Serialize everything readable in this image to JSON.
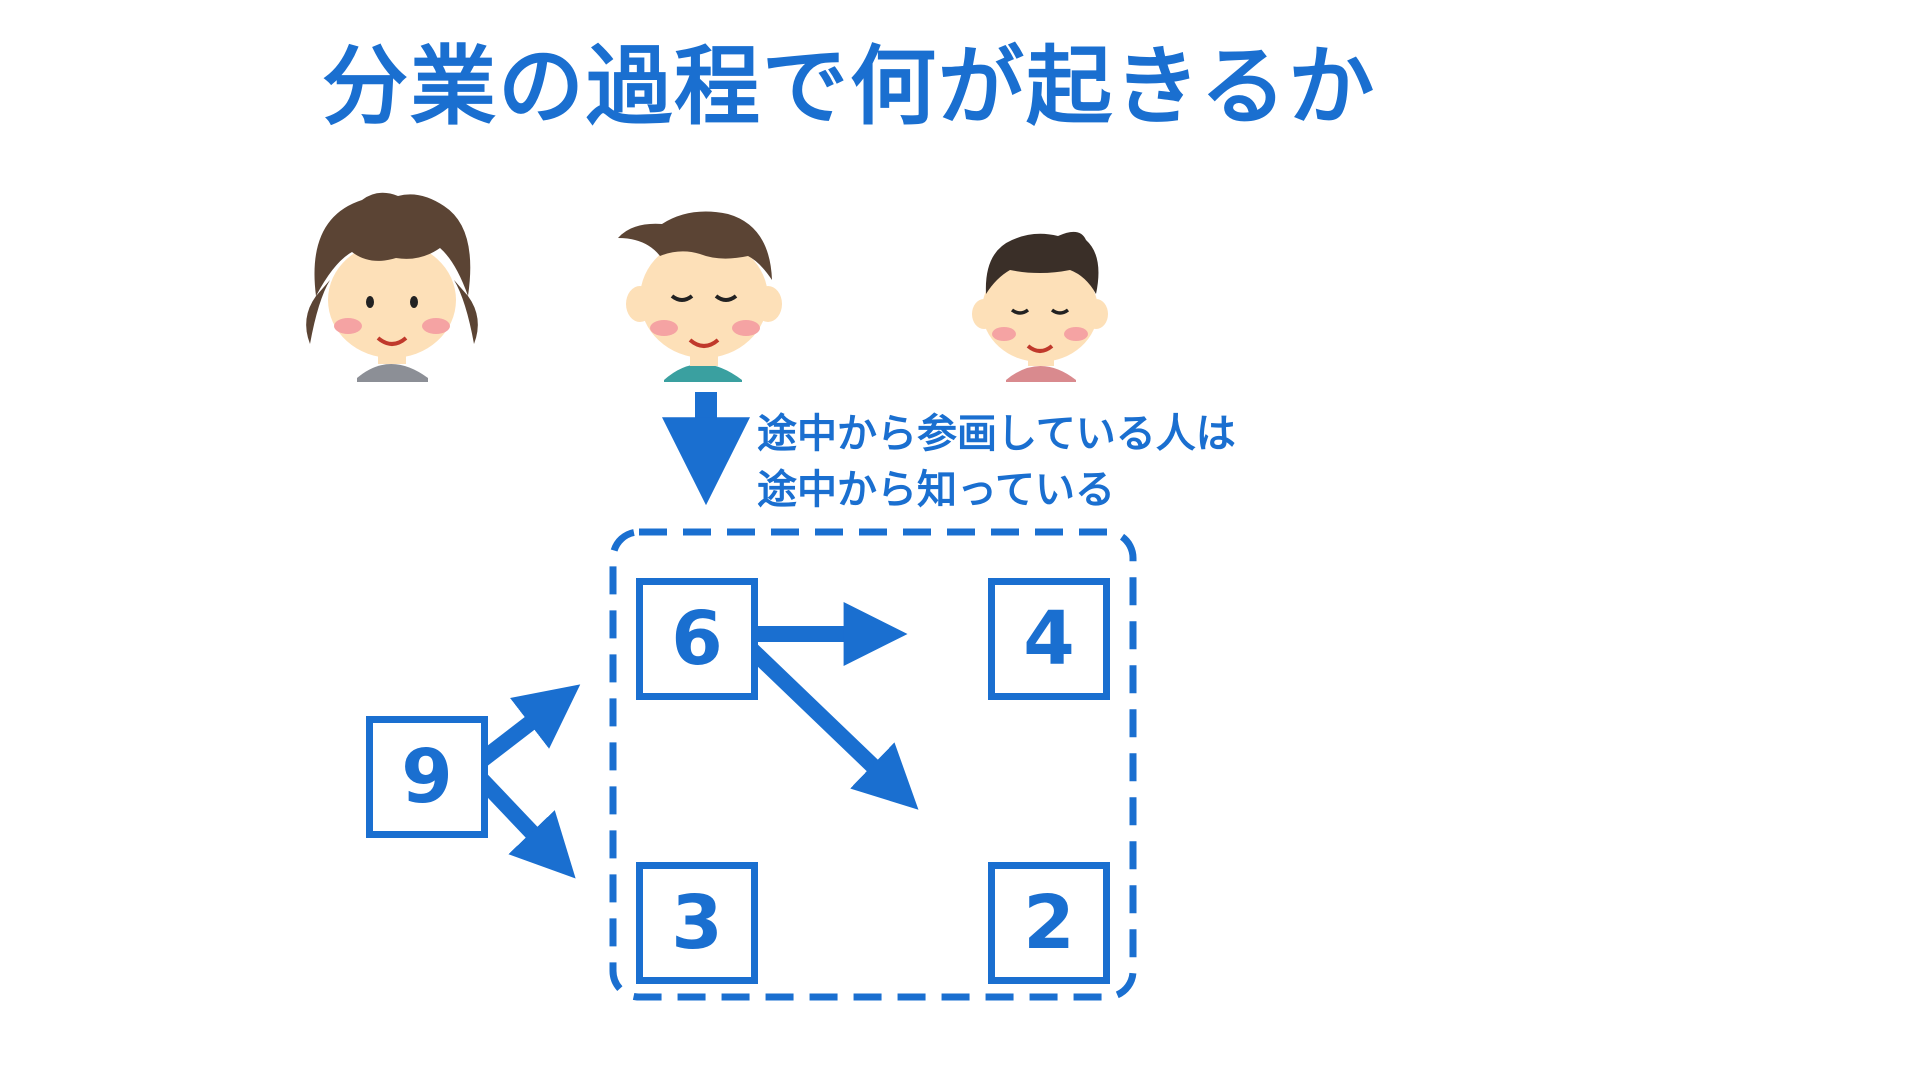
{
  "slide": {
    "title": "分業の過程で何が起きるか",
    "note_lines": [
      "途中から参画している人は",
      "途中から知っている"
    ]
  },
  "nodes": [
    {
      "id": "n6",
      "label": "6"
    },
    {
      "id": "n4",
      "label": "4"
    },
    {
      "id": "n9",
      "label": "9"
    },
    {
      "id": "n3",
      "label": "3"
    },
    {
      "id": "n2",
      "label": "2"
    }
  ],
  "people": [
    {
      "name": "person-left",
      "shirt": "#8c8f96",
      "hair": "#5b4434"
    },
    {
      "name": "person-center",
      "shirt": "#3aa0a0",
      "hair": "#5b4434"
    },
    {
      "name": "person-right",
      "shirt": "#d98a8e",
      "hair": "#3a2f28"
    }
  ],
  "colors": {
    "accent": "#1a6fd0",
    "skin": "#fde0b8",
    "cheek": "#f5a3a3"
  }
}
